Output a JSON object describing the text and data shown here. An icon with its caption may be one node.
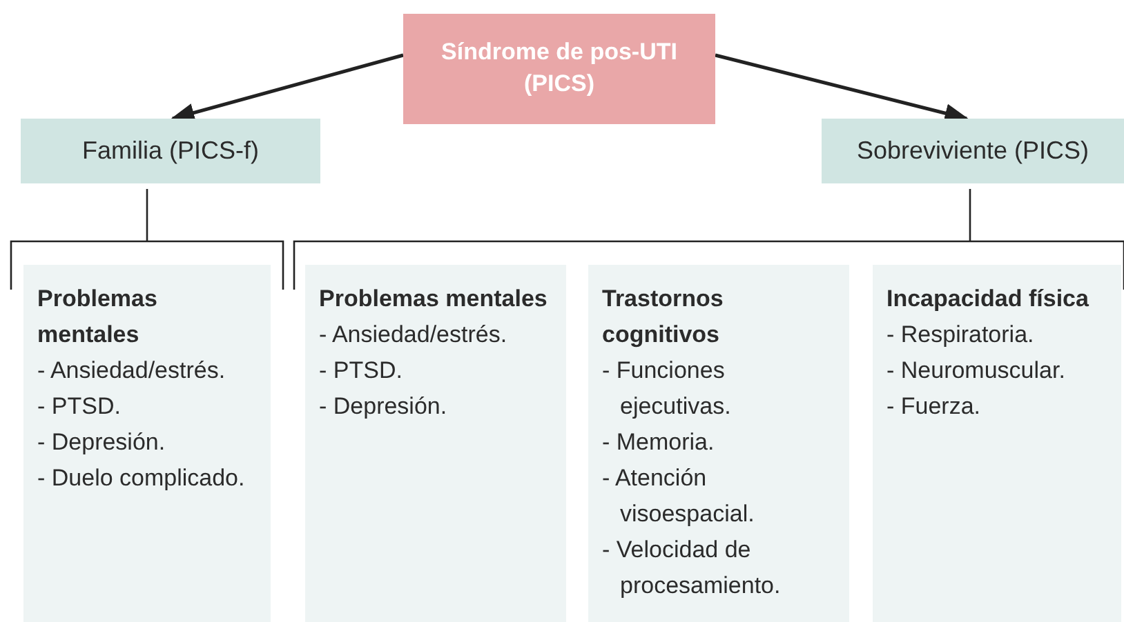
{
  "diagram": {
    "nodes": [
      {
        "text": [
          "Síndrome de pos-UTI (PICS)"
        ]
      },
      {
        "text": [
          "Familia (PICS-f)"
        ]
      },
      {
        "text": [
          "Sobreviviente (PICS)"
        ]
      },
      {
        "text": [],
        "shape": "bracket"
      },
      {
        "text": [
          "Problemas mentales",
          "- Ansiedad/estrés.",
          "- PTSD.",
          "- Depresión.",
          "- Duelo complicado."
        ],
        "in": 3
      },
      {
        "text": [],
        "shape": "bracket"
      },
      {
        "text": [
          "Problemas mentales",
          "- Ansiedad/estrés.",
          "- PTSD.",
          "- Depresión."
        ],
        "in": 5
      },
      {
        "text": [
          "Trastornos cognitivos",
          "- Funciones ejecutivas.",
          "- Memoria.",
          "- Atención visoespacial.",
          "- Velocidad de procesamiento."
        ],
        "in": 5
      },
      {
        "text": [
          "Incapacidad física",
          "- Respiratoria.",
          "- Neuromuscular.",
          "- Fuerza."
        ],
        "in": 5
      }
    ],
    "edges": [
      {
        "from": 0,
        "to": 1,
        "arrow": "to"
      },
      {
        "from": 0,
        "to": 2,
        "arrow": "to"
      },
      {
        "from": 1,
        "to": 3,
        "arrow": "none"
      },
      {
        "from": 2,
        "to": 5,
        "arrow": "none"
      }
    ]
  }
}
